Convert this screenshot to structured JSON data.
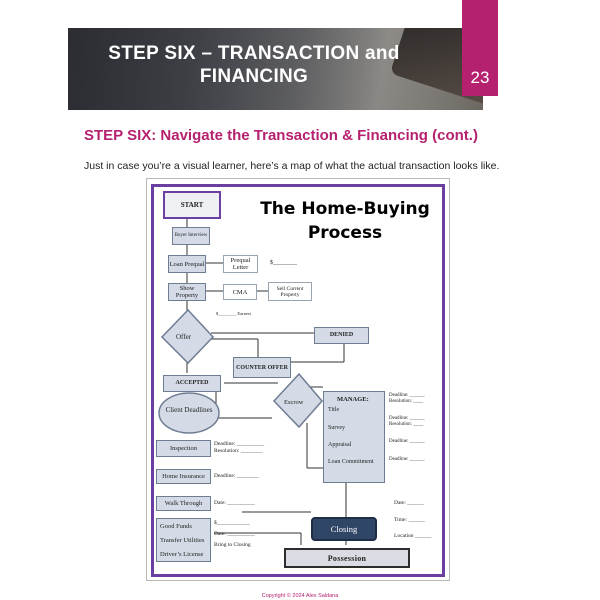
{
  "header": {
    "title": "STEP SIX – TRANSACTION and FINANCING",
    "page_number": "23",
    "accent_color": "#b5216e"
  },
  "section": {
    "heading": "STEP SIX: Navigate the Transaction & Financing (cont.)",
    "intro": "Just in case you’re a visual learner, here’s a map of what the actual transaction looks like."
  },
  "flowchart": {
    "title": "The Home-Buying Process",
    "start": "START",
    "buyer_interview": "Buyer Interview",
    "loan_prequal": "Loan Prequal",
    "prequal_letter": "Prequal Letter",
    "dollar_blank": "$________",
    "show_property": "Show Property",
    "cma": "CMA",
    "sell_current_property": "Sell Current Property",
    "earnest": "$________ Earnest",
    "offer": "Offer",
    "denied": "DENIED",
    "counter_offer": "COUNTER OFFER",
    "accepted": "ACCEPTED",
    "escrow": "Escrow",
    "client_deadlines": "Client Deadlines",
    "manage": {
      "title": "MANAGE:",
      "items": [
        "Title",
        "Survey",
        "Appraisal",
        "Loan Commitment"
      ],
      "deadlines": [
        "Deadline: ______ Resolution: ____",
        "Deadline: ______ Resolution: ____",
        "Deadline: ______",
        "Deadline: ______"
      ]
    },
    "inspection": "Inspection",
    "inspection_deadline": "Deadline: __________ Resolution: ________",
    "home_insurance": "Home Insurance",
    "home_insurance_deadline": "Deadline: ________",
    "walk_through": "Walk Through",
    "walk_through_date": "Date: __________",
    "good_funds": "Good Funds",
    "transfer_utilities": "Transfer Utilities",
    "drivers_license": "Driver’s License",
    "good_funds_value": "$____________",
    "transfer_date": "Date: __________",
    "bring_to_closing": "Bring to Closing",
    "closing_notes": [
      "Date: ______",
      "Time: ______",
      "Location ______"
    ],
    "closing": "Closing",
    "possession": "Possession"
  },
  "footer": {
    "copyright": "Copyright © 2024 Alex Saldana"
  }
}
